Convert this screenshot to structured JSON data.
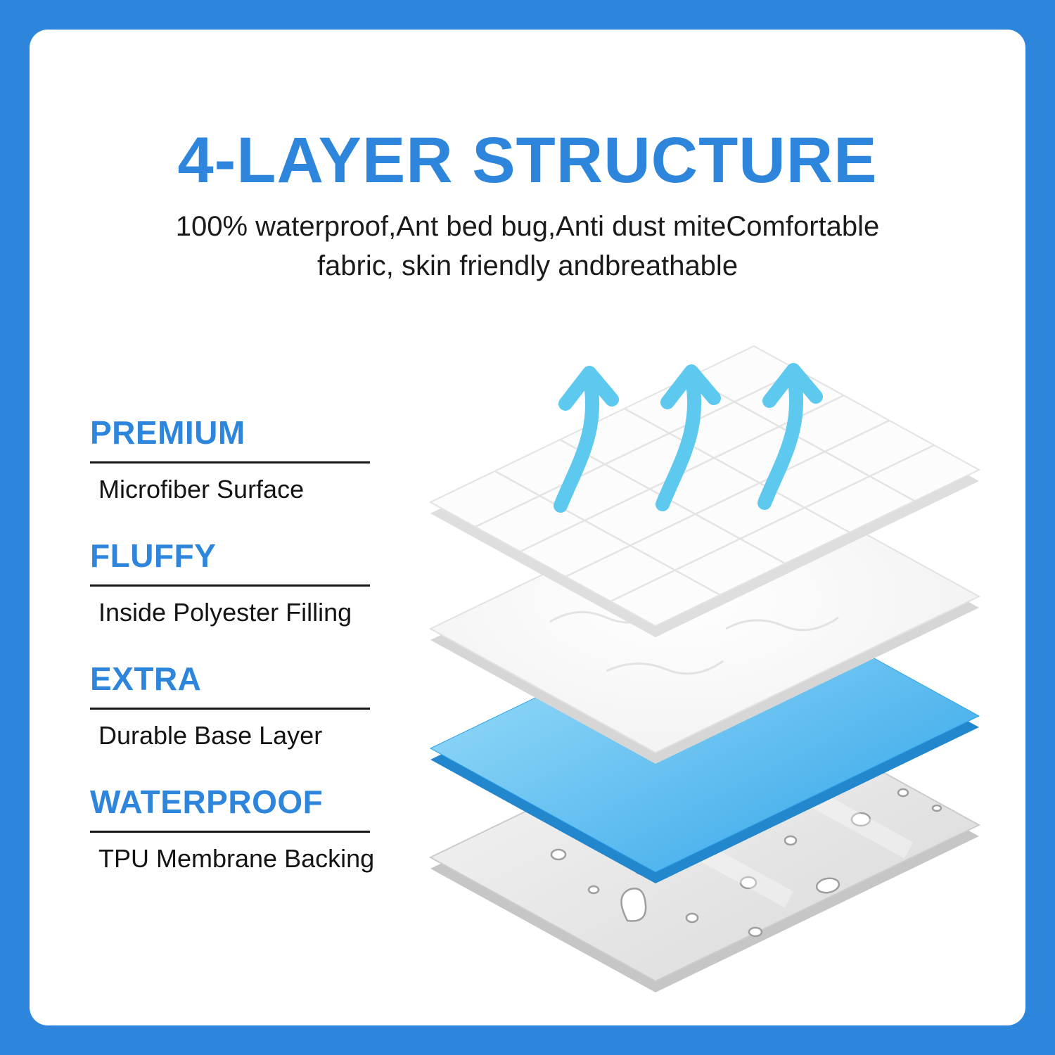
{
  "header": {
    "title": "4-LAYER STRUCTURE",
    "subtitle_line1": "100% waterproof,Ant bed bug,Anti dust miteComfortable",
    "subtitle_line2": "fabric, skin friendly andbreathable"
  },
  "features": [
    {
      "heading": "PREMIUM",
      "description": "Microfiber Surface"
    },
    {
      "heading": "FLUFFY",
      "description": "Inside Polyester Filling"
    },
    {
      "heading": "EXTRA",
      "description": "Durable Base Layer"
    },
    {
      "heading": "WATERPROOF",
      "description": "TPU Membrane Backing"
    }
  ],
  "illustration": {
    "layers": [
      {
        "name": "quilted-microfiber-surface-layer"
      },
      {
        "name": "fluffy-polyester-filling-layer"
      },
      {
        "name": "blue-tpu-waterproof-layer"
      },
      {
        "name": "waterproof-backing-layer-with-droplets"
      }
    ],
    "arrows": "breathability-up-arrows"
  },
  "colors": {
    "frame_blue": "#2e86dc",
    "title_blue": "#2e86dc",
    "arrow_blue": "#5ec9ee",
    "tpu_layer_blue": "#2ea2e8",
    "text_dark": "#1b1b1b",
    "rule_black": "#161616"
  }
}
